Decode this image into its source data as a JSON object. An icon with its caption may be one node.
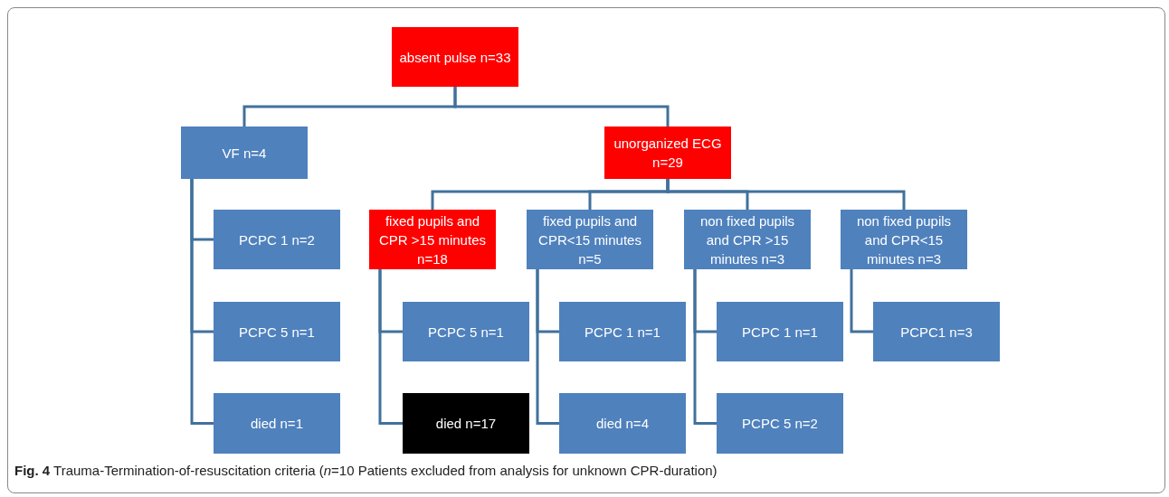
{
  "diagram": {
    "caption": "**Fig. 4** Trauma-Termination-of-resuscitation criteria (*n*=10 Patients excluded from analysis for unknown CPR-duration)",
    "nodes": [
      {
        "text": [
          "absent pulse n=33"
        ]
      },
      {
        "text": [
          "VF n=4"
        ]
      },
      {
        "text": [
          "unorganized ECG n=29"
        ]
      },
      {
        "text": [
          "fixed pupils and CPR >15 minutes n=18"
        ]
      },
      {
        "text": [
          "fixed pupils and CPR<15 minutes n=5"
        ]
      },
      {
        "text": [
          "non fixed pupils and CPR >15 minutes n=3"
        ]
      },
      {
        "text": [
          "non fixed pupils and CPR<15 minutes n=3"
        ]
      },
      {
        "text": [
          "PCPC 1 n=2"
        ]
      },
      {
        "text": [
          "PCPC 5 n=1"
        ]
      },
      {
        "text": [
          "died n=1"
        ]
      },
      {
        "text": [
          "PCPC 5 n=1"
        ]
      },
      {
        "text": [
          "died n=17"
        ]
      },
      {
        "text": [
          "PCPC 1 n=1"
        ]
      },
      {
        "text": [
          "died n=4"
        ]
      },
      {
        "text": [
          "PCPC 1 n=1"
        ]
      },
      {
        "text": [
          "PCPC 5 n=2"
        ]
      },
      {
        "text": [
          "PCPC1 n=3"
        ]
      }
    ],
    "edges": [
      {
        "from": 0,
        "to": 1,
        "arrow": "none"
      },
      {
        "from": 0,
        "to": 2,
        "arrow": "none"
      },
      {
        "from": 2,
        "to": 3,
        "arrow": "none"
      },
      {
        "from": 2,
        "to": 4,
        "arrow": "none"
      },
      {
        "from": 2,
        "to": 5,
        "arrow": "none"
      },
      {
        "from": 2,
        "to": 6,
        "arrow": "none"
      },
      {
        "from": 1,
        "to": 7,
        "arrow": "none"
      },
      {
        "from": 1,
        "to": 8,
        "arrow": "none"
      },
      {
        "from": 1,
        "to": 9,
        "arrow": "none"
      },
      {
        "from": 3,
        "to": 10,
        "arrow": "none"
      },
      {
        "from": 3,
        "to": 11,
        "arrow": "none"
      },
      {
        "from": 4,
        "to": 12,
        "arrow": "none"
      },
      {
        "from": 4,
        "to": 13,
        "arrow": "none"
      },
      {
        "from": 5,
        "to": 14,
        "arrow": "none"
      },
      {
        "from": 5,
        "to": 15,
        "arrow": "none"
      },
      {
        "from": 6,
        "to": 16,
        "arrow": "none"
      }
    ]
  }
}
